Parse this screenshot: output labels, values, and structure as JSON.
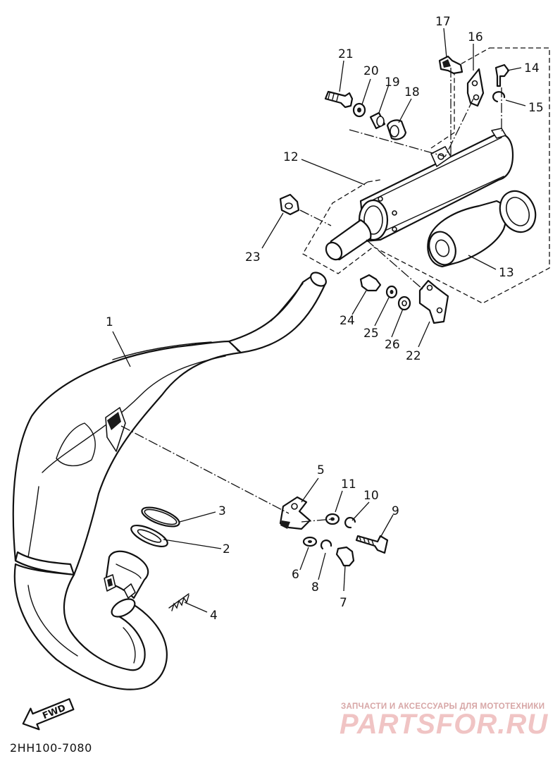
{
  "diagram_code": "2HH100-7080",
  "fwd_label": "FWD",
  "watermark": {
    "tagline": "ЗАПЧАСТИ И АКСЕССУАРЫ ДЛЯ МОТОТЕХНИКИ",
    "brand": "PARTSFOR.RU"
  },
  "callouts": [
    {
      "id": "callout-1",
      "label": "1"
    },
    {
      "id": "callout-2",
      "label": "2"
    },
    {
      "id": "callout-3",
      "label": "3"
    },
    {
      "id": "callout-4",
      "label": "4"
    },
    {
      "id": "callout-5",
      "label": "5"
    },
    {
      "id": "callout-6",
      "label": "6"
    },
    {
      "id": "callout-7",
      "label": "7"
    },
    {
      "id": "callout-8",
      "label": "8"
    },
    {
      "id": "callout-9",
      "label": "9"
    },
    {
      "id": "callout-10",
      "label": "10"
    },
    {
      "id": "callout-11",
      "label": "11"
    },
    {
      "id": "callout-12",
      "label": "12"
    },
    {
      "id": "callout-13",
      "label": "13"
    },
    {
      "id": "callout-14",
      "label": "14"
    },
    {
      "id": "callout-15",
      "label": "15"
    },
    {
      "id": "callout-16",
      "label": "16"
    },
    {
      "id": "callout-17",
      "label": "17"
    },
    {
      "id": "callout-18",
      "label": "18"
    },
    {
      "id": "callout-19",
      "label": "19"
    },
    {
      "id": "callout-20",
      "label": "20"
    },
    {
      "id": "callout-21",
      "label": "21"
    },
    {
      "id": "callout-22",
      "label": "22"
    },
    {
      "id": "callout-23",
      "label": "23"
    },
    {
      "id": "callout-24",
      "label": "24"
    },
    {
      "id": "callout-25",
      "label": "25"
    },
    {
      "id": "callout-26",
      "label": "26"
    }
  ]
}
